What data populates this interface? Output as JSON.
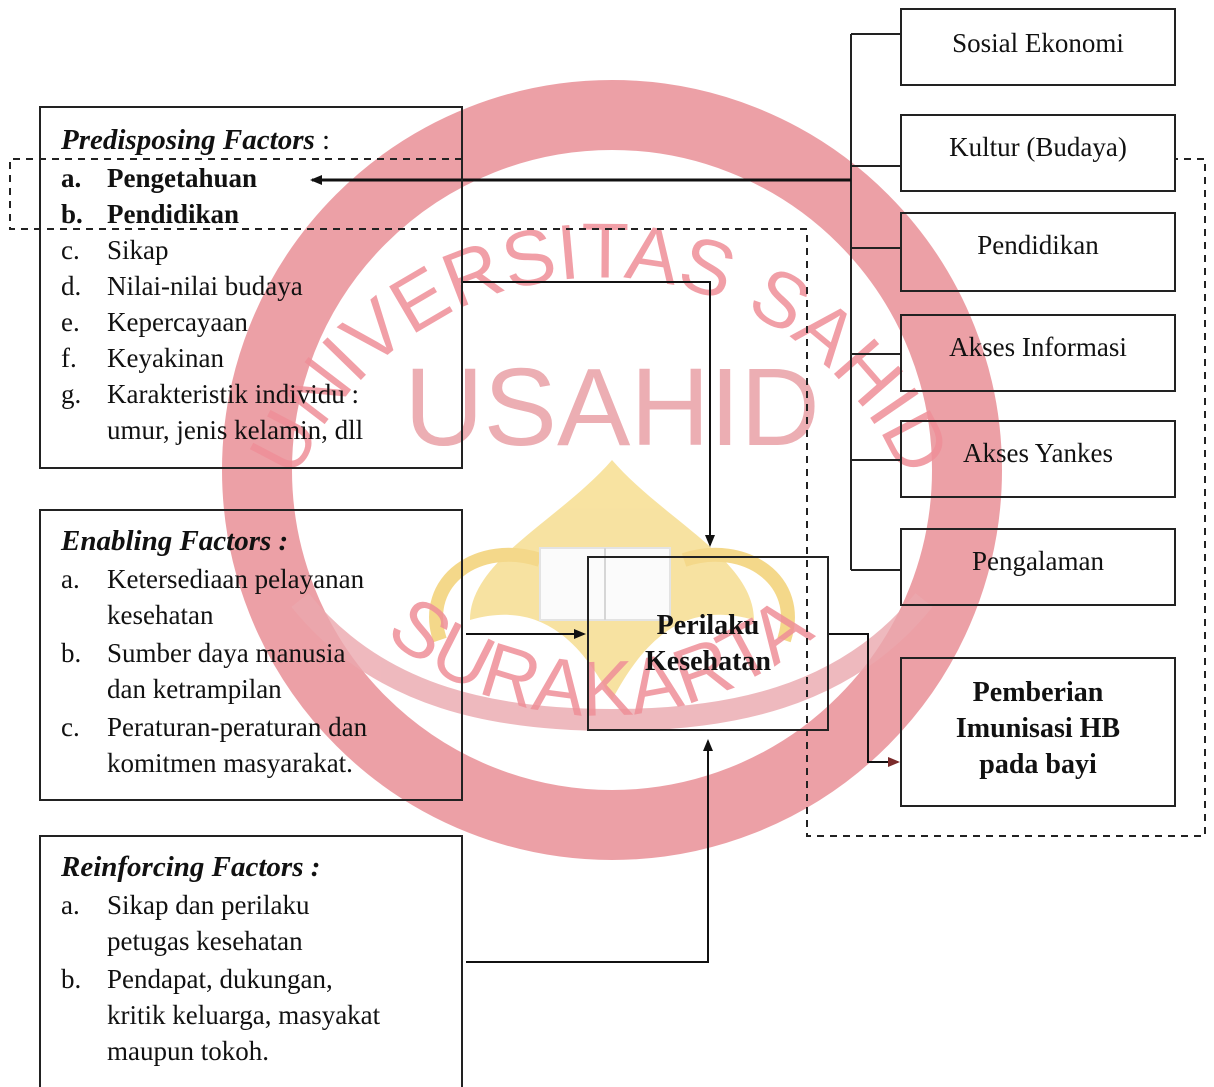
{
  "watermark": {
    "arc_top": "UNIVERSITAS SAHID",
    "center": "USAHID",
    "arc_bottom": "SURAKARTA",
    "colors": {
      "ring": "#c0404a",
      "emblem": "#f0c040"
    }
  },
  "predisposing": {
    "heading": "Predisposing Factors",
    "heading_suffix": ":",
    "items": [
      {
        "letter": "a.",
        "text": "Pengetahuan"
      },
      {
        "letter": "b.",
        "text": "Pendidikan"
      },
      {
        "letter": "c.",
        "text": "Sikap"
      },
      {
        "letter": "d.",
        "text": "Nilai-nilai budaya"
      },
      {
        "letter": "e.",
        "text": "Kepercayaan"
      },
      {
        "letter": "f.",
        "text": "Keyakinan"
      },
      {
        "letter": "g.",
        "text": "Karakteristik individu :",
        "text2": "umur, jenis kelamin, dll"
      }
    ]
  },
  "enabling": {
    "heading": "Enabling Factors :",
    "items": [
      {
        "letter": "a.",
        "text": "Ketersediaan pelayanan",
        "text2": "kesehatan"
      },
      {
        "letter": "b.",
        "text": "Sumber daya manusia",
        "text2": "dan ketrampilan"
      },
      {
        "letter": "c.",
        "text": "Peraturan-peraturan dan",
        "text2": "komitmen masyarakat."
      }
    ]
  },
  "reinforcing": {
    "heading": "Reinforcing Factors :",
    "items": [
      {
        "letter": "a.",
        "text": "Sikap dan perilaku",
        "text2": "petugas kesehatan"
      },
      {
        "letter": "b.",
        "text": "Pendapat, dukungan,",
        "text2": "kritik keluarga, masyakat",
        "text3": "maupun tokoh."
      }
    ]
  },
  "center": {
    "line1": "Perilaku",
    "line2": "Kesehatan"
  },
  "right_boxes": [
    "Sosial Ekonomi",
    "Kultur (Budaya)",
    "Pendidikan",
    "Akses Informasi",
    "Akses Yankes",
    "Pengalaman"
  ],
  "outcome": {
    "line1": "Pemberian",
    "line2": "Imunisasi HB",
    "line3": "pada bayi"
  }
}
